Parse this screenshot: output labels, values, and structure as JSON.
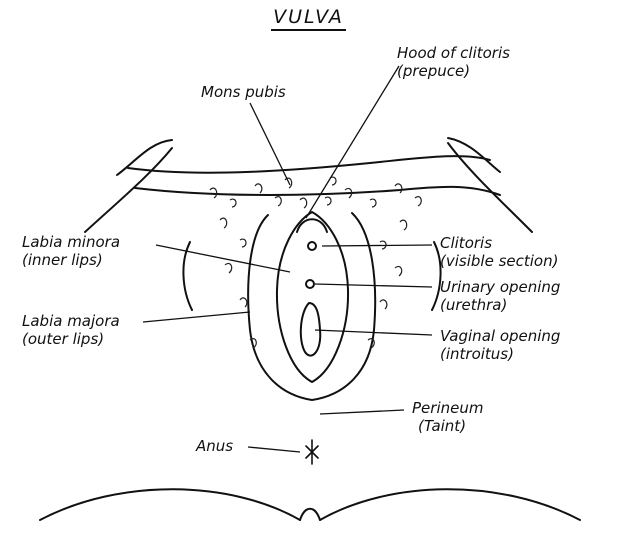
{
  "title": "VULVA",
  "labels": {
    "hood_line1": "Hood of clitoris",
    "hood_line2": "(prepuce)",
    "mons": "Mons pubis",
    "minora_line1": "Labia minora",
    "minora_line2": "(inner lips)",
    "majora_line1": "Labia majora",
    "majora_line2": "(outer lips)",
    "clitoris_line1": "Clitoris",
    "clitoris_line2": "(visible section)",
    "urinary_line1": "Urinary opening",
    "urinary_line2": "(urethra)",
    "vaginal_line1": "Vaginal opening",
    "vaginal_line2": "(introitus)",
    "perineum_line1": "Perineum",
    "perineum_line2": "(Taint)",
    "anus": "Anus"
  }
}
